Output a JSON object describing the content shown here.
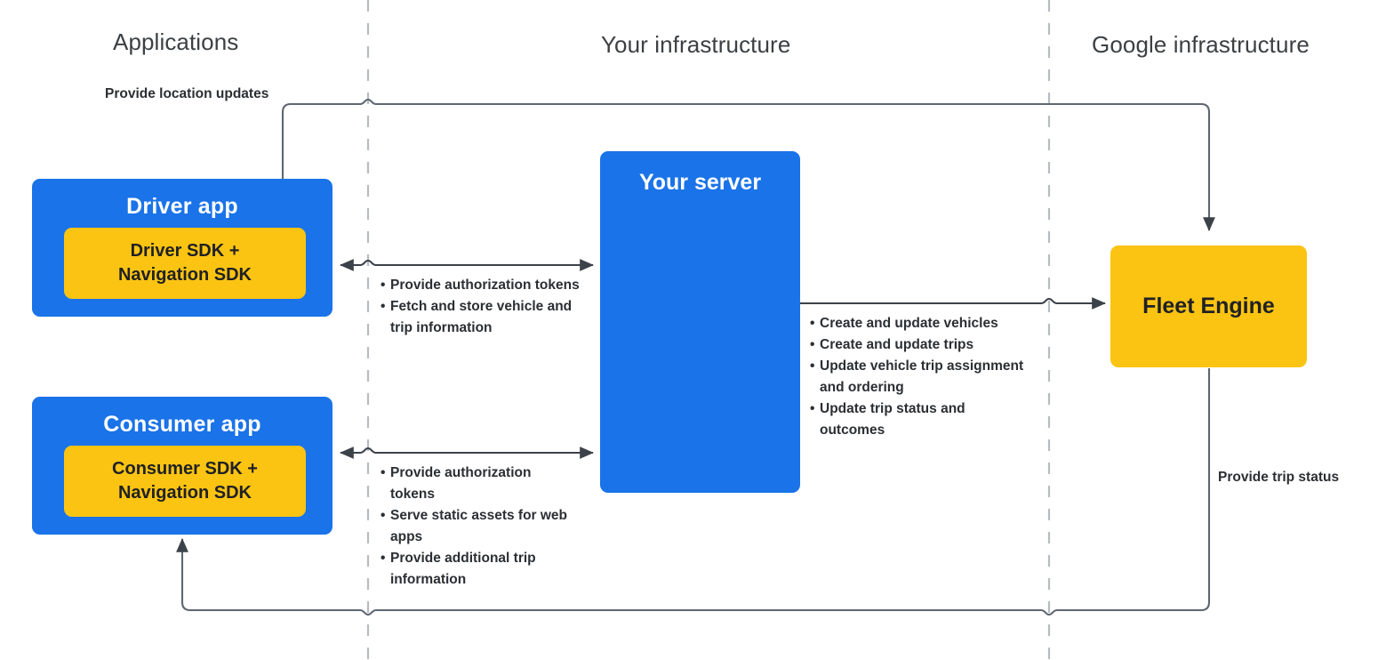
{
  "zones": [
    {
      "id": "applications",
      "label": "Applications"
    },
    {
      "id": "your-infrastructure",
      "label": "Your infrastructure"
    },
    {
      "id": "google-infrastructure",
      "label": "Google infrastructure"
    }
  ],
  "nodes": {
    "driver_app": {
      "title": "Driver app",
      "sdk_line1": "Driver SDK +",
      "sdk_line2": "Navigation SDK"
    },
    "consumer_app": {
      "title": "Consumer app",
      "sdk_line1": "Consumer SDK +",
      "sdk_line2": "Navigation SDK"
    },
    "your_server": {
      "title": "Your server"
    },
    "fleet_engine": {
      "title": "Fleet Engine"
    }
  },
  "edges": {
    "location_updates": {
      "label": "Provide location updates"
    },
    "trip_status": {
      "label": "Provide trip status"
    },
    "driver_to_server": {
      "bullets": [
        "Provide authorization tokens",
        "Fetch and store vehicle and trip information"
      ]
    },
    "consumer_to_server": {
      "bullets": [
        "Provide authorization tokens",
        "Serve static assets for web apps",
        "Provide additional trip information"
      ]
    },
    "server_to_fleet_engine": {
      "bullets": [
        "Create and update vehicles",
        "Create and update trips",
        "Update vehicle trip assignment and ordering",
        "Update trip status and outcomes"
      ]
    }
  },
  "colors": {
    "app_blue": "#1a73e8",
    "sdk_yellow": "#fbc413",
    "text_dark": "#2b2f33",
    "zone_title": "#3c4043",
    "divider": "#b6bcc2",
    "connector": "#5f6672"
  },
  "bullet_glyph": "•"
}
